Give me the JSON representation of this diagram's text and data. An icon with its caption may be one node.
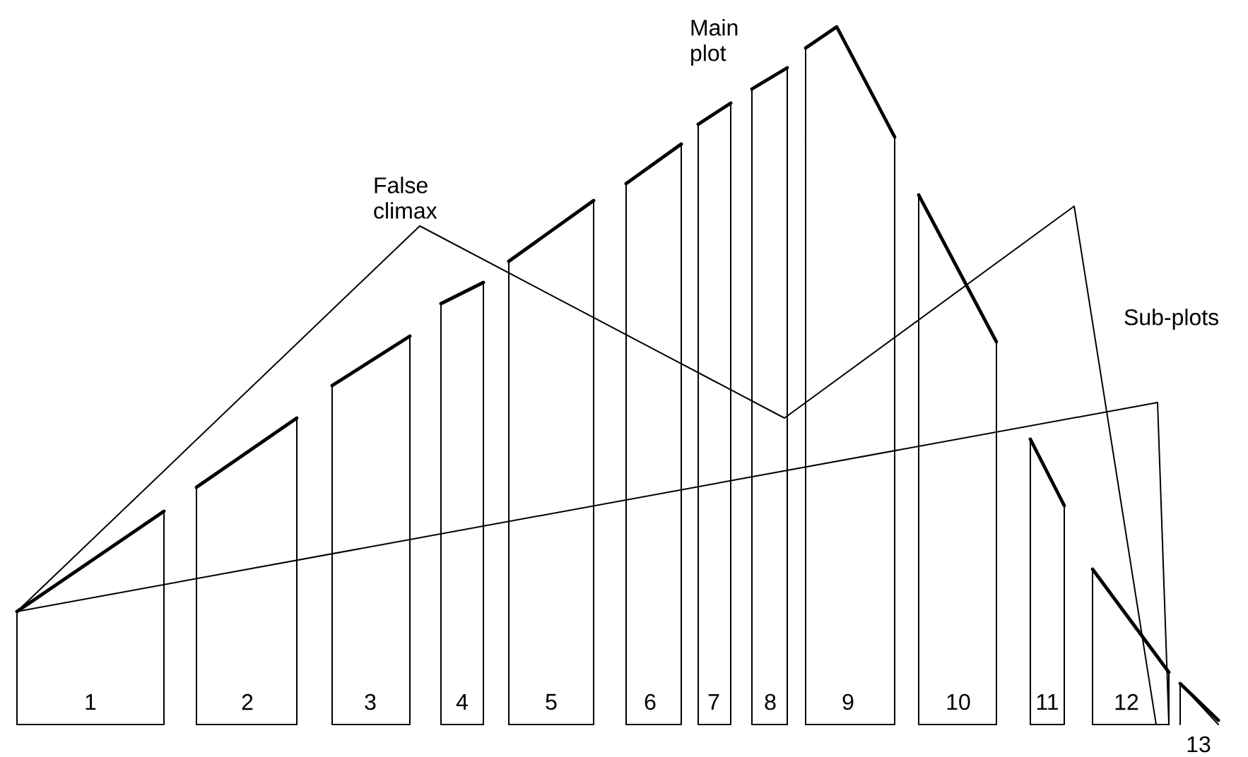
{
  "diagram": {
    "nodes": [
      {
        "text": [
          "1"
        ]
      },
      {
        "text": [
          "2"
        ]
      },
      {
        "text": [
          "3"
        ]
      },
      {
        "text": [
          "4"
        ]
      },
      {
        "text": [
          "5"
        ]
      },
      {
        "text": [
          "6"
        ]
      },
      {
        "text": [
          "7"
        ]
      },
      {
        "text": [
          "8"
        ]
      },
      {
        "text": [
          "9"
        ]
      },
      {
        "text": [
          "10"
        ]
      },
      {
        "text": [
          "11"
        ]
      },
      {
        "text": [
          "12"
        ]
      },
      {
        "text": [
          "13"
        ]
      }
    ],
    "labels": [
      "False climax",
      "Main plot",
      "Sub-plots"
    ]
  }
}
